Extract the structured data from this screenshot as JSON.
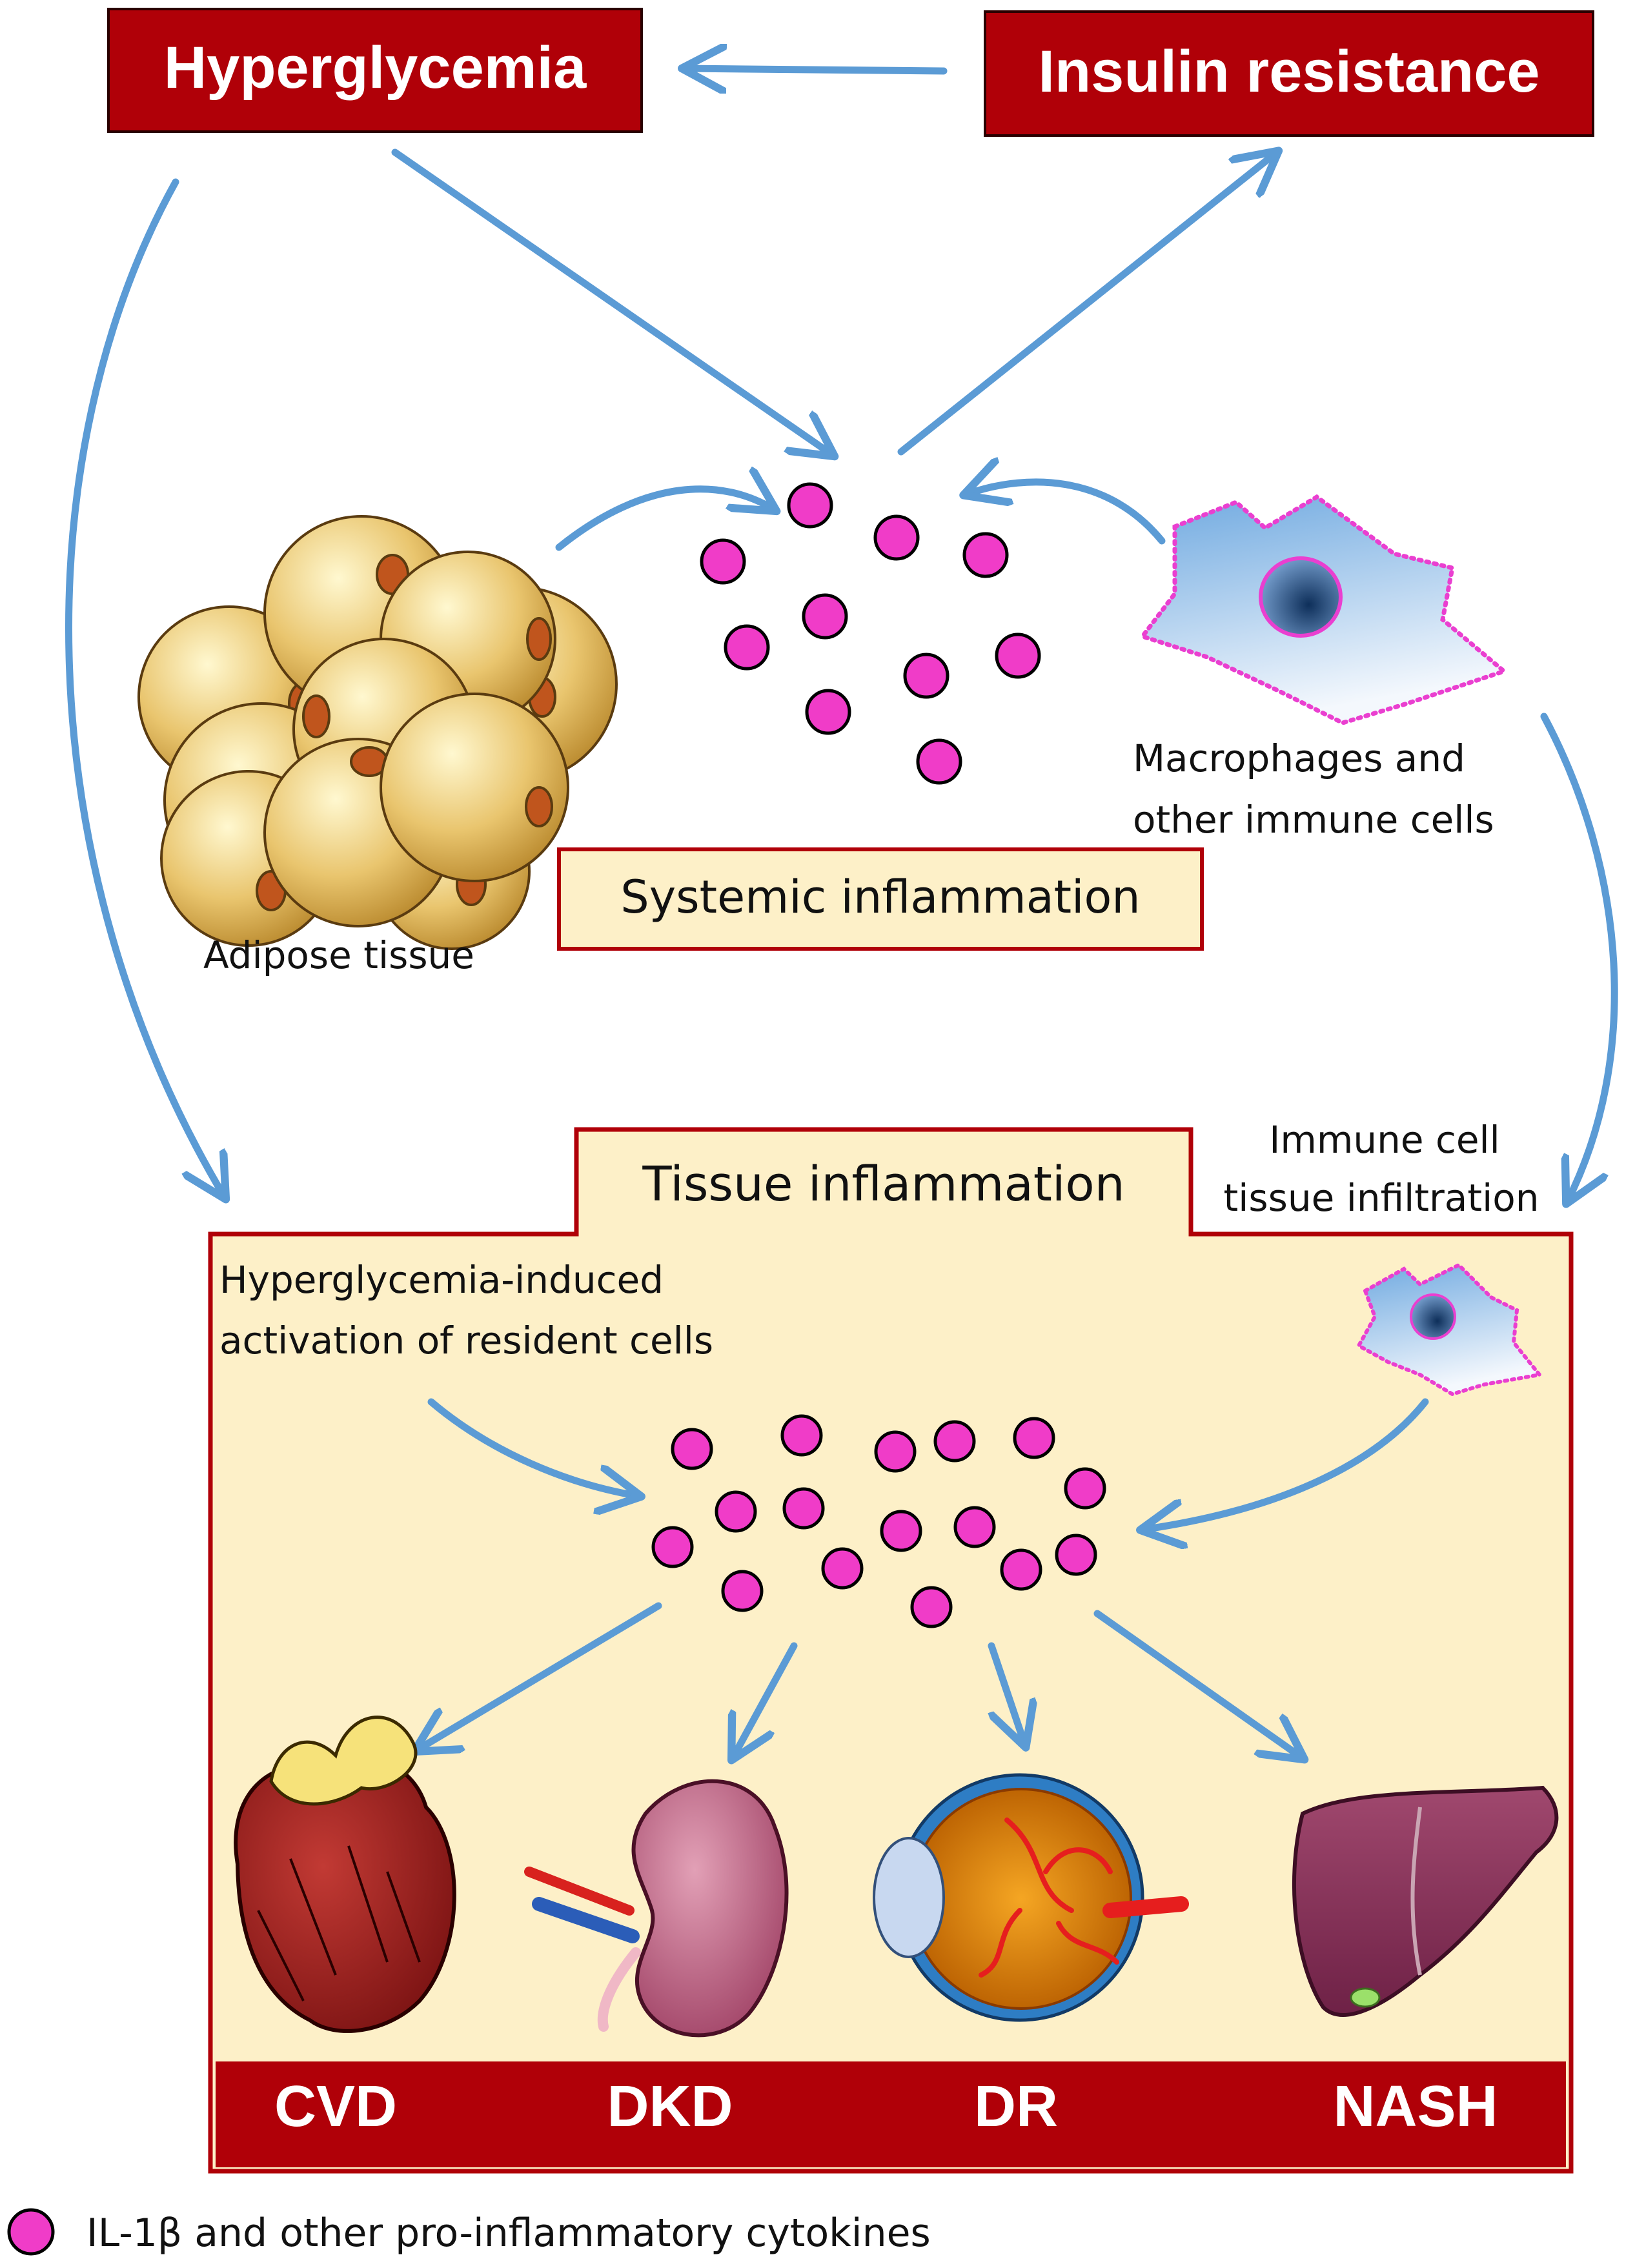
{
  "nodes": {
    "hyperglycemia": "Hyperglycemia",
    "insulin_resistance": "Insulin resistance",
    "systemic_inflammation": "Systemic inflammation",
    "tissue_inflammation": "Tissue inflammation"
  },
  "labels": {
    "adipose_tissue": "Adipose tissue",
    "macrophages_line1": "Macrophages and",
    "macrophages_line2": "other immune  cells",
    "infiltration_line1": "Immune  cell",
    "infiltration_line2": "tissue infiltration",
    "resident_line1": "Hyperglycemia-induced",
    "resident_line2": "activation of resident cells"
  },
  "diseases": [
    "CVD",
    "DKD",
    "DR",
    "NASH"
  ],
  "legend": {
    "cytokine_label": "IL-1β and other pro-inflammatory  cytokines"
  },
  "colors": {
    "dark_red": "#B00008",
    "cream": "#FDF0C8",
    "arrow_blue": "#5B9BD5",
    "cytokine_magenta": "#F03CC8"
  }
}
